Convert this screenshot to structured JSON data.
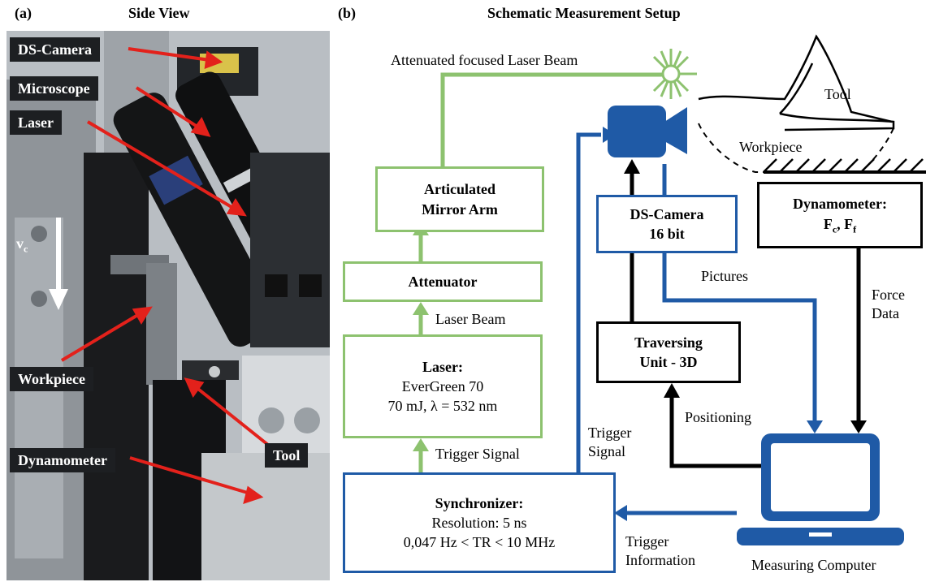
{
  "panel_a": {
    "label": "(a)",
    "title": "Side View",
    "tags": {
      "ds_camera": "DS-Camera",
      "microscope": "Microscope",
      "laser": "Laser",
      "vc": "v",
      "vc_sub": "c",
      "workpiece": "Workpiece",
      "tool": "Tool",
      "dynamometer": "Dynamometer"
    }
  },
  "panel_b": {
    "label": "(b)",
    "title": "Schematic Measurement Setup",
    "beam_label": "Attenuated focused Laser Beam",
    "tool_label": "Tool",
    "workpiece_label": "Workpiece",
    "mirror_arm": {
      "line1": "Articulated",
      "line2": "Mirror Arm"
    },
    "attenuator": "Attenuator",
    "laser_beam_label": "Laser Beam",
    "laser_box": {
      "line1": "Laser:",
      "line2": "EverGreen 70",
      "line3": "70 mJ, λ = 532 nm"
    },
    "trigger_signal_label": "Trigger Signal",
    "trigger_signal_vertical": {
      "line1": "Trigger",
      "line2": "Signal"
    },
    "synchronizer": {
      "line1": "Synchronizer:",
      "line2": "Resolution: 5 ns",
      "line3": "0,047 Hz < TR < 10 MHz"
    },
    "ds_camera_box": {
      "line1": "DS-Camera",
      "line2": "16 bit"
    },
    "pictures_label": "Pictures",
    "traversing": {
      "line1": "Traversing",
      "line2": "Unit - 3D"
    },
    "positioning_label": "Positioning",
    "dynamometer_box": {
      "line1": "Dynamometer:",
      "f1": "F",
      "f1_sub": "c",
      "sep": ", ",
      "f2": "F",
      "f2_sub": "f"
    },
    "force_data": {
      "line1": "Force",
      "line2": "Data"
    },
    "trigger_info": {
      "line1": "Trigger",
      "line2": "Information"
    },
    "measuring_computer": "Measuring Computer",
    "colors": {
      "green": "#8dc26f",
      "blue": "#1f5aa6",
      "black": "#000000"
    }
  }
}
